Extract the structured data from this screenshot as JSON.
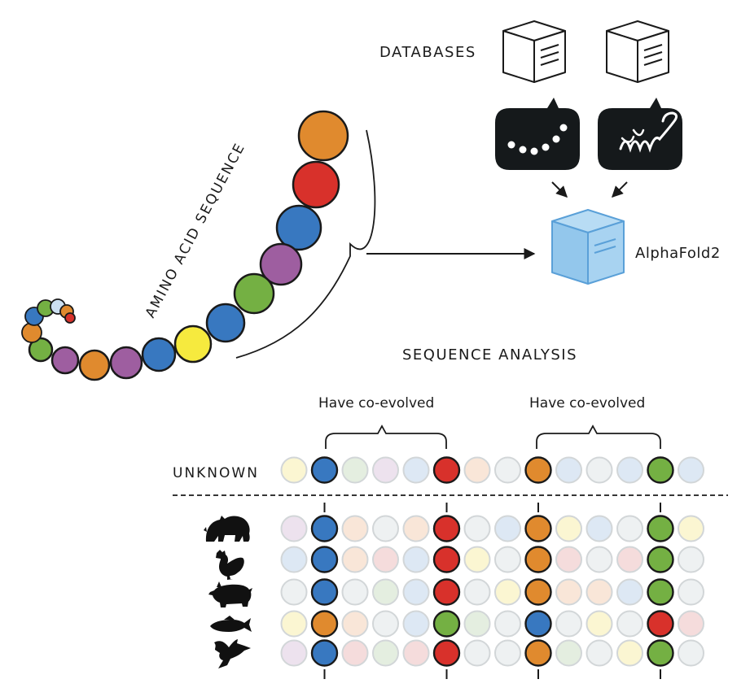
{
  "labels": {
    "databases": "DATABASES",
    "model": "AlphaFold2",
    "amino_acid_sequence": "AMINO ACID SEQUENCE",
    "sequence_analysis": "SEQUENCE ANALYSIS",
    "coevolved_left": "Have co-evolved",
    "coevolved_right": "Have co-evolved",
    "unknown": "UNKNOWN"
  },
  "colors": {
    "orange": "#e08a2e",
    "red": "#d8312b",
    "blue": "#3878c0",
    "green": "#74b043",
    "purple": "#9e5ea0",
    "yellow": "#f6ea3e",
    "lightblue": "#cce0f2",
    "dark": "#1a1a1a",
    "cube_blue": "#8ec4ea"
  },
  "chain_beads": [
    "orange",
    "red",
    "blue",
    "purple",
    "green",
    "blue",
    "yellow",
    "blue",
    "purple",
    "orange",
    "purple",
    "green",
    "orange",
    "blue",
    "green",
    "lightblue",
    "orange",
    "red"
  ],
  "sequence_rows": [
    {
      "name": "unknown",
      "cells": [
        "ly",
        "blue",
        "lg",
        "lp",
        "lb",
        "red",
        "lo",
        "lgr",
        "orange",
        "lb",
        "lgr",
        "lb",
        "green",
        "lb"
      ]
    },
    {
      "name": "bear",
      "cells": [
        "lp",
        "blue",
        "lo",
        "lgr",
        "lo",
        "red",
        "lgr",
        "lb",
        "orange",
        "ly",
        "lb",
        "lgr",
        "green",
        "ly"
      ]
    },
    {
      "name": "chicken",
      "cells": [
        "lb",
        "blue",
        "lo",
        "lr",
        "lb",
        "red",
        "ly",
        "lgr",
        "orange",
        "lr",
        "lgr",
        "lr",
        "green",
        "lgr"
      ]
    },
    {
      "name": "pig",
      "cells": [
        "lgr",
        "blue",
        "lgr",
        "lg",
        "lb",
        "red",
        "lgr",
        "ly",
        "orange",
        "lo",
        "lo",
        "lb",
        "green",
        "lgr"
      ]
    },
    {
      "name": "fish",
      "cells": [
        "ly",
        "orange",
        "lo",
        "lgr",
        "lb",
        "green",
        "lg",
        "lgr",
        "blue",
        "lgr",
        "ly",
        "lgr",
        "red",
        "lr"
      ]
    },
    {
      "name": "bird",
      "cells": [
        "lp",
        "blue",
        "lr",
        "lg",
        "lr",
        "red",
        "lgr",
        "lgr",
        "orange",
        "lg",
        "lgr",
        "ly",
        "green",
        "lgr"
      ]
    }
  ],
  "light_colors": {
    "ly": "#fbf6d2",
    "lg": "#e4eee0",
    "lp": "#ede2ee",
    "lb": "#dde8f4",
    "lo": "#f9e6d8",
    "lgr": "#eef1f2",
    "lr": "#f5dcdc"
  }
}
